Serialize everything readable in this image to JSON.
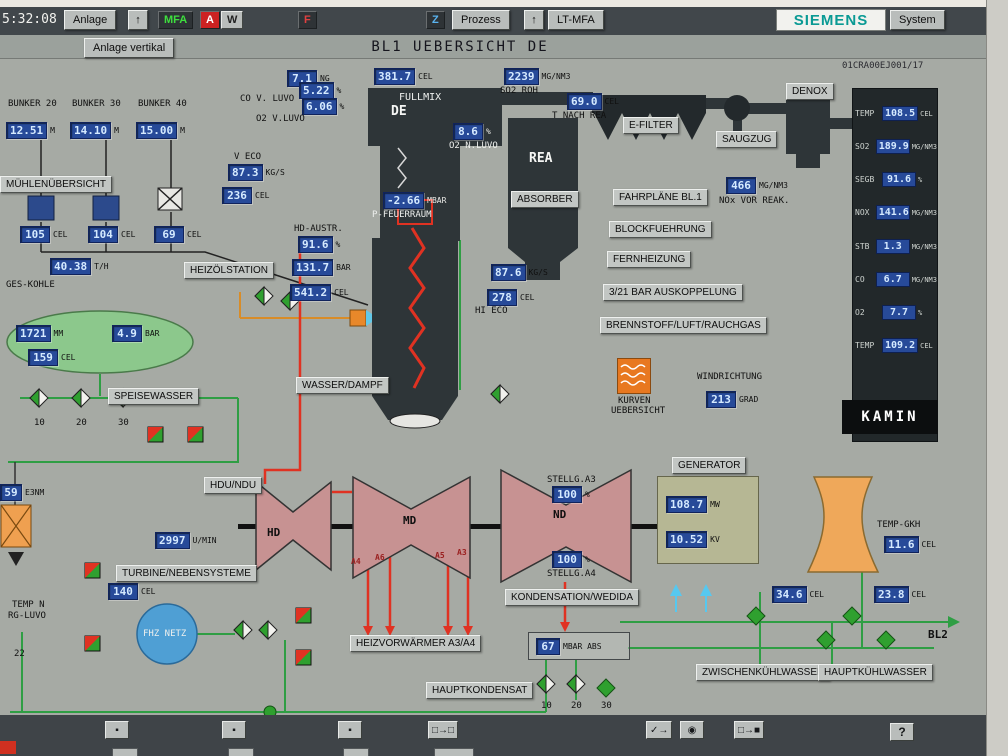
{
  "topbar": {
    "time": "5:32:08",
    "anlage_btn": "Anlage",
    "anlage_icon": "↑",
    "mfa_badge": "MFA",
    "a_badge": "A",
    "w_badge": "W",
    "f_badge": "F",
    "z_badge": "Z",
    "prozess_btn": "Prozess",
    "prozess_icon": "↑",
    "lt_mfa_btn": "LT-MFA",
    "siemens_logo": "SIEMENS",
    "system_btn": "System"
  },
  "titlebar": {
    "anlage_vertikal_btn": "Anlage vertikal",
    "title": "BL1 UEBERSICHT DE",
    "tag_number": "01CRA00EJ001/17"
  },
  "luvo": {
    "ng": {
      "value": "7.1",
      "unit": "NG"
    },
    "co": {
      "value": "5.22",
      "unit": "%"
    },
    "co_label": "CO V. LUVO",
    "o2": {
      "value": "6.06",
      "unit": "%"
    },
    "o2_label": "O2 V.LUVO"
  },
  "bunker": {
    "b20_label": "BUNKER 20",
    "b30_label": "BUNKER 30",
    "b40_label": "BUNKER 40",
    "b20": {
      "value": "12.51",
      "unit": "M"
    },
    "b30": {
      "value": "14.10",
      "unit": "M"
    },
    "b40": {
      "value": "15.00",
      "unit": "M"
    },
    "muehlen_btn": "MÜHLENÜBERSICHT",
    "t1": {
      "value": "105",
      "unit": "CEL"
    },
    "t2": {
      "value": "104",
      "unit": "CEL"
    },
    "t3": {
      "value": "69",
      "unit": "CEL"
    },
    "coal": {
      "value": "40.38",
      "unit": "T/H"
    },
    "coal_label": "GES-KOHLE"
  },
  "eco": {
    "label": "V ECO",
    "flow": {
      "value": "87.3",
      "unit": "KG/S"
    },
    "temp": {
      "value": "236",
      "unit": "CEL"
    }
  },
  "boiler": {
    "fullmix_label": "FULLMIX",
    "de_label": "DE",
    "temp": {
      "value": "381.7",
      "unit": "CEL"
    },
    "so2": {
      "value": "2239",
      "unit": "MG/NM3"
    },
    "so2_label": "SO2 ROH",
    "o2n": {
      "value": "8.6",
      "unit": "%"
    },
    "o2n_label": "O2 N.LUVO",
    "pressure": {
      "value": "-2.66",
      "unit": "MBAR"
    },
    "pressure_label": "P-FEUERRAUM",
    "hd_austr_label": "HD-AUSTR.",
    "hd_pct": {
      "value": "91.6",
      "unit": "%"
    },
    "hd_bar": {
      "value": "131.7",
      "unit": "BAR"
    },
    "hd_cel": {
      "value": "541.2",
      "unit": "CEL"
    },
    "heizoel_btn": "HEIZÖLSTATION",
    "wasser_dampf_btn": "WASSER/DAMPF",
    "hieco_flow": {
      "value": "87.6",
      "unit": "KG/S"
    },
    "hieco_temp": {
      "value": "278",
      "unit": "CEL"
    },
    "hieco_label": "HI ECO"
  },
  "rea": {
    "label": "REA",
    "t_nach": {
      "value": "69.0",
      "unit": "CEL"
    },
    "t_nach_label": "T NACH REA",
    "absorber_btn": "ABSORBER",
    "efilter_btn": "E-FILTER",
    "saugzug_btn": "SAUGZUG",
    "denox_btn": "DENOX",
    "nox": {
      "value": "466",
      "unit": "MG/NM3"
    },
    "nox_label": "NOx VOR REAK."
  },
  "menu": {
    "fahrplaene_btn": "FAHRPLÄNE BL.1",
    "blockfuehrung_btn": "BLOCKFUEHRUNG",
    "fernheizung_btn": "FERNHEIZUNG",
    "auskopplung_btn": "3/21 BAR AUSKOPPELUNG",
    "brennstoff_btn": "BRENNSTOFF/LUFT/RAUCHGAS",
    "kurven_label1": "KURVEN",
    "kurven_label2": "UEBERSICHT",
    "wind_label": "WINDRICHTUNG",
    "wind": {
      "value": "213",
      "unit": "GRAD"
    }
  },
  "stack": {
    "rows": [
      {
        "label": "TEMP",
        "value": "108.5",
        "unit": "CEL"
      },
      {
        "label": "SO2",
        "value": "189.9",
        "unit": "MG/NM3"
      },
      {
        "label": "SEGB",
        "value": "91.6",
        "unit": "%"
      },
      {
        "label": "NOX",
        "value": "141.6",
        "unit": "MG/NM3"
      },
      {
        "label": "STB",
        "value": "1.3",
        "unit": "MG/NM3"
      },
      {
        "label": "CO",
        "value": "6.7",
        "unit": "MG/NM3"
      },
      {
        "label": "O2",
        "value": "7.7",
        "unit": "%"
      },
      {
        "label": "TEMP",
        "value": "109.2",
        "unit": "CEL"
      }
    ],
    "kamin_label": "KAMIN"
  },
  "feedwater": {
    "level": {
      "value": "1721",
      "unit": "MM"
    },
    "pressure": {
      "value": "4.9",
      "unit": "BAR"
    },
    "temp": {
      "value": "159",
      "unit": "CEL"
    },
    "speisewasser_btn": "SPEISEWASSER",
    "pump1_label": "10",
    "pump2_label": "20",
    "pump3_label": "30"
  },
  "left": {
    "e3nm": {
      "value": "59",
      "unit": "E3NM"
    },
    "temp_rg": {
      "value": "140",
      "unit": "CEL"
    },
    "temp_rg_label1": "TEMP N",
    "temp_rg_label2": "RG-LUVO",
    "line22_label": "22",
    "fhz_netz_label": "FHZ NETZ",
    "turbine_btn": "TURBINE/NEBENSYSTEME"
  },
  "turbine": {
    "hdu_ndu_btn": "HDU/NDU",
    "speed": {
      "value": "2997",
      "unit": "U/MIN"
    },
    "hd_label": "HD",
    "md_label": "MD",
    "nd_label": "ND",
    "stellg_a3_label": "STELLG.A3",
    "stellg_a3": {
      "value": "100",
      "unit": "%"
    },
    "stellg_a4": {
      "value": "100",
      "unit": "%"
    },
    "stellg_a4_label": "STELLG.A4",
    "a4_label": "A4",
    "a6_label": "A6",
    "a5_label": "A5",
    "a3_label": "A3",
    "heizvorwaermer_btn": "HEIZVORWÄRMER A3/A4"
  },
  "generator": {
    "btn": "GENERATOR",
    "mw": {
      "value": "108.7",
      "unit": "MW"
    },
    "kv": {
      "value": "10.52",
      "unit": "KV"
    }
  },
  "cooling": {
    "temp_gkh_label": "TEMP-GKH",
    "temp_gkh": {
      "value": "11.6",
      "unit": "CEL"
    },
    "zwischen_temp": {
      "value": "34.6",
      "unit": "CEL"
    },
    "haupt_temp": {
      "value": "23.8",
      "unit": "CEL"
    },
    "zwischen_btn": "ZWISCHENKÜHLWASSER",
    "haupt_btn": "HAUPTKÜHLWASSER",
    "bl2_label": "BL2"
  },
  "condensation": {
    "btn": "KONDENSATION/WEDIDA",
    "vacuum": {
      "value": "67",
      "unit": "MBAR ABS"
    },
    "hauptkondensat_btn": "HAUPTKONDENSAT",
    "pump1_label": "10",
    "pump2_label": "20",
    "pump3_label": "30"
  },
  "toolbar": {
    "buttons": [
      {
        "glyph": "▪"
      },
      {
        "glyph": "▪"
      },
      {
        "glyph": "▪"
      },
      {
        "glyph": "□→□"
      },
      {
        "glyph": "✓→"
      },
      {
        "glyph": "◉"
      },
      {
        "glyph": "□→■"
      },
      {
        "glyph": "?"
      }
    ]
  }
}
